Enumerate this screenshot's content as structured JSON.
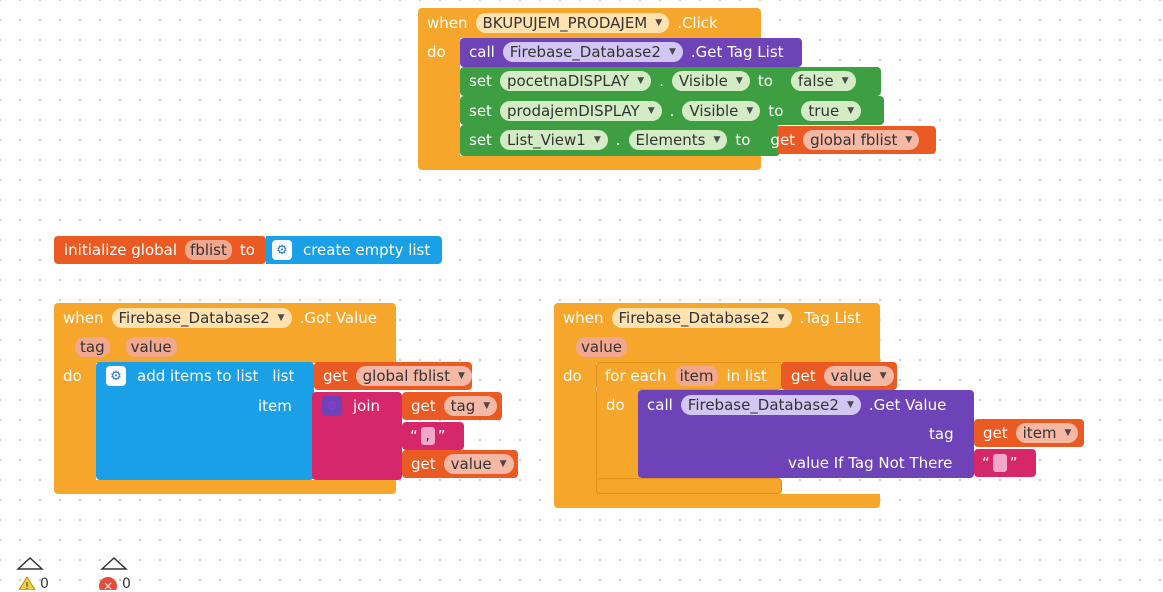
{
  "colors": {
    "event": "#f6a62a",
    "method": "#6e43b8",
    "setter": "#3e9e42",
    "variable": "#ea5a22",
    "list": "#1aa0e6",
    "text": "#d6276a",
    "workspace": "#ffffff"
  },
  "block1": {
    "when": "when",
    "component": "BKUPUJEM_PRODAJEM",
    "event": ".Click",
    "do": "do",
    "call_kw": "call",
    "call_comp": "Firebase_Database2",
    "call_method": ".Get Tag List",
    "sets": [
      {
        "set": "set",
        "comp": "pocetnaDISPLAY",
        "dot": ".",
        "prop": "Visible",
        "to": "to",
        "value": "false"
      },
      {
        "set": "set",
        "comp": "prodajemDISPLAY",
        "dot": ".",
        "prop": "Visible",
        "to": "to",
        "value": "true"
      },
      {
        "set": "set",
        "comp": "List_View1",
        "dot": ".",
        "prop": "Elements",
        "to": "to",
        "get_kw": "get",
        "get_var": "global fblist"
      }
    ]
  },
  "block2": {
    "initialize": "initialize global",
    "var": "fblist",
    "to": "to",
    "create": "create empty list"
  },
  "block3": {
    "when": "when",
    "component": "Firebase_Database2",
    "event": ".Got Value",
    "param1": "tag",
    "param2": "value",
    "do": "do",
    "add_items": "add items to list",
    "list_label": "list",
    "item_label": "item",
    "get_kw": "get",
    "list_var": "global fblist",
    "join": "join",
    "get_tag": "tag",
    "comma": ",",
    "get_value": "value"
  },
  "block4": {
    "when": "when",
    "component": "Firebase_Database2",
    "event": ".Tag List",
    "param": "value",
    "do": "do",
    "foreach": "for each",
    "item": "item",
    "in_list": "in list",
    "get_kw": "get",
    "get_value": "value",
    "inner_do": "do",
    "call_kw": "call",
    "call_comp": "Firebase_Database2",
    "call_method": ".Get Value",
    "tag_label": "tag",
    "get_item": "item",
    "default_label": "value If Tag Not There"
  },
  "status": {
    "warnings_count": "0",
    "errors_count": "0"
  },
  "icons": {
    "gear": "gear-icon",
    "warning": "warning-icon",
    "error": "error-icon",
    "dropdown": "dropdown-arrow-icon"
  }
}
